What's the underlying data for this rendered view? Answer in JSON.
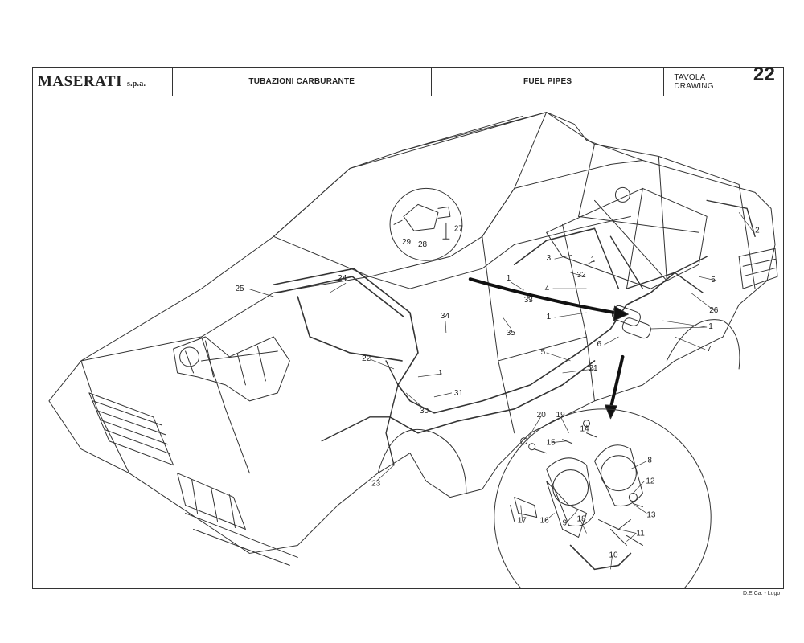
{
  "header": {
    "brand": "MASERATI",
    "brand_suffix": "s.p.a.",
    "title_it": "TUBAZIONI CARBURANTE",
    "title_en": "FUEL PIPES",
    "tavola_it": "TAVOLA",
    "tavola_en": "DRAWING",
    "tavola_number": "22"
  },
  "footer": {
    "credit": "D.E.Ca. - Lugo"
  },
  "part_labels": {
    "p1": "1",
    "p2": "2",
    "p3": "3",
    "p4": "4",
    "p5": "5",
    "p6": "6",
    "p7": "7",
    "p8": "8",
    "p9": "9",
    "p10": "10",
    "p11": "11",
    "p12": "12",
    "p13": "13",
    "p14": "14",
    "p15": "15",
    "p16": "16",
    "p17": "17",
    "p18": "18",
    "p19": "19",
    "p20": "20",
    "p21": "21",
    "p22": "22",
    "p23": "23",
    "p24": "24",
    "p25": "25",
    "p26": "26",
    "p27": "27",
    "p28": "28",
    "p29": "29",
    "p30": "30",
    "p31": "31",
    "p32": "32",
    "p33": "33",
    "p34": "34",
    "p35": "35"
  }
}
